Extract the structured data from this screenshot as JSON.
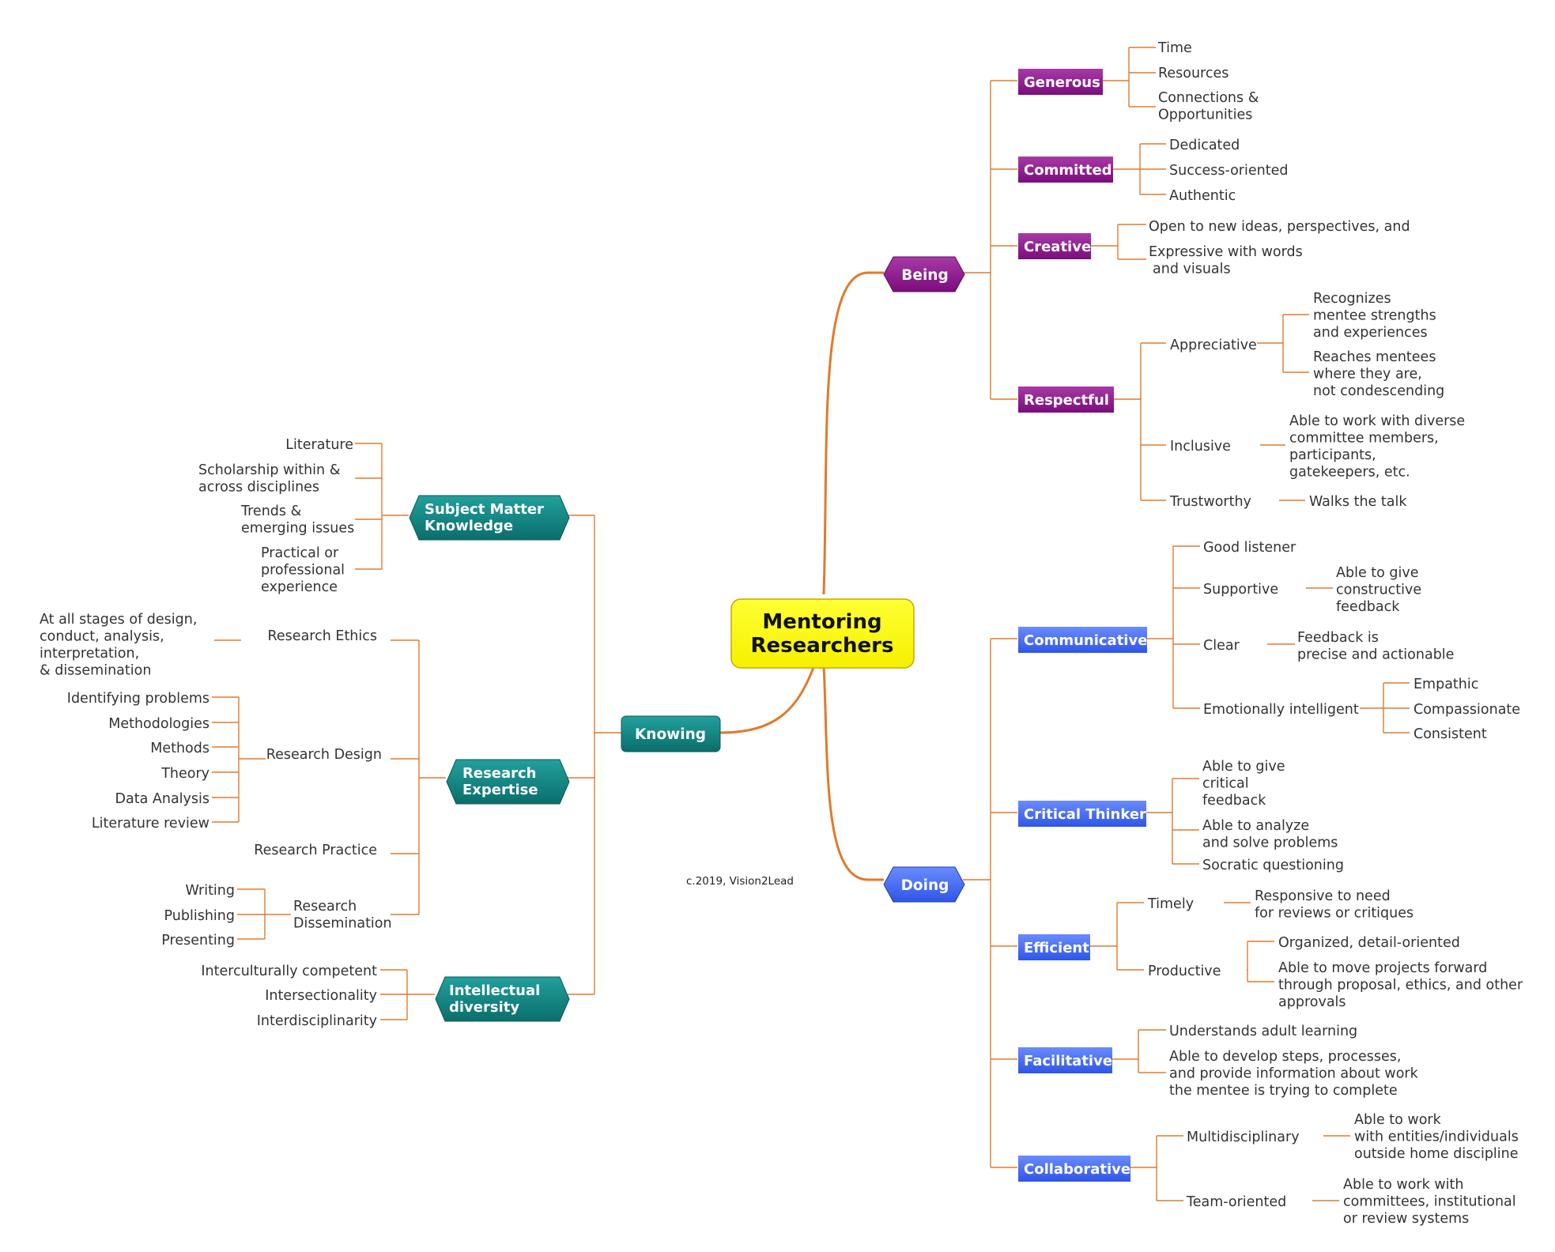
{
  "central": "Mentoring Researchers",
  "copyright": "c.2019, Vision2Lead",
  "colors": {
    "line": "#e07a2b",
    "being": "#8b1a8c",
    "doing": "#3b5fe8",
    "knowing": "#127f7d",
    "central": "#ffff1a"
  },
  "branches": {
    "being": {
      "label": "Being",
      "topics": [
        {
          "label": "Generous",
          "items": [
            "Time",
            "Resources",
            "Connections & Opportunities"
          ]
        },
        {
          "label": "Committed",
          "items": [
            "Dedicated",
            "Success-oriented",
            "Authentic"
          ]
        },
        {
          "label": "Creative",
          "items": [
            "Open to new ideas, perspectives, and",
            "Expressive with words and visuals"
          ]
        },
        {
          "label": "Respectful",
          "items": [
            {
              "label": "Appreciative",
              "items": [
                "Recognizes mentee strengths and experiences",
                "Reaches mentees where they are, not condescending"
              ]
            },
            {
              "label": "Inclusive",
              "items": [
                "Able to work with diverse committee members, participants, gatekeepers, etc."
              ]
            },
            {
              "label": "Trustworthy",
              "items": [
                "Walks the talk"
              ]
            }
          ]
        }
      ]
    },
    "doing": {
      "label": "Doing",
      "topics": [
        {
          "label": "Communicative",
          "items": [
            {
              "label": "Good listener",
              "items": []
            },
            {
              "label": "Supportive",
              "items": [
                "Able to give constructive feedback"
              ]
            },
            {
              "label": "Clear",
              "items": [
                "Feedback is precise and actionable"
              ]
            },
            {
              "label": "Emotionally intelligent",
              "items": [
                "Empathic",
                "Compassionate",
                "Consistent"
              ]
            }
          ]
        },
        {
          "label": "Critical Thinker",
          "items": [
            "Able to give critical feedback",
            "Able to analyze and solve problems",
            "Socratic questioning"
          ]
        },
        {
          "label": "Efficient",
          "items": [
            {
              "label": "Timely",
              "items": [
                "Responsive to need for reviews or critiques"
              ]
            },
            {
              "label": "Productive",
              "items": [
                "Organized, detail-oriented",
                "Able to move projects forward through proposal, ethics, and other approvals"
              ]
            }
          ]
        },
        {
          "label": "Facilitative",
          "items": [
            "Understands adult learning",
            "Able to develop steps, processes, and provide information about work the mentee is trying to complete"
          ]
        },
        {
          "label": "Collaborative",
          "items": [
            {
              "label": "Multidisciplinary",
              "items": [
                "Able to work with entities/individuals outside home discipline"
              ]
            },
            {
              "label": "Team-oriented",
              "items": [
                "Able to work with committees, institutional or review systems"
              ]
            }
          ]
        }
      ]
    },
    "knowing": {
      "label": "Knowing",
      "topics": [
        {
          "label": "Subject Matter Knowledge",
          "items": [
            "Literature",
            "Scholarship within & across disciplines",
            "Trends & emerging issues",
            "Practical or professional experience"
          ]
        },
        {
          "label": "Research Expertise",
          "items": [
            {
              "label": "Research Ethics",
              "items": [
                "At all stages of design, conduct, analysis, interpretation, & dissemination"
              ]
            },
            {
              "label": "Research Design",
              "items": [
                "Identifying problems",
                "Methodologies",
                "Methods",
                "Theory",
                "Data Analysis",
                "Literature review"
              ]
            },
            {
              "label": "Research Practice",
              "items": []
            },
            {
              "label": "Research Dissemination",
              "items": [
                "Writing",
                "Publishing",
                "Presenting"
              ]
            }
          ]
        },
        {
          "label": "Intellectual diversity",
          "items": [
            "Interculturally competent",
            "Intersectionality",
            "Interdisciplinarity"
          ]
        }
      ]
    }
  }
}
